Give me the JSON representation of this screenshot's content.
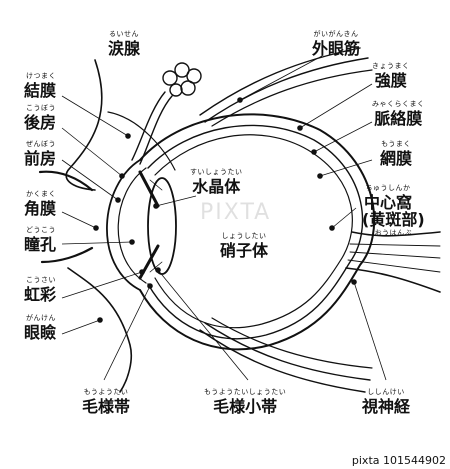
{
  "labels": {
    "lacrimal_gland": {
      "ruby": "るいせん",
      "text": "涙腺"
    },
    "conjunctiva": {
      "ruby": "けつまく",
      "text": "結膜"
    },
    "posterior_chamber": {
      "ruby": "こうぼう",
      "text": "後房"
    },
    "anterior_chamber": {
      "ruby": "ぜんぼう",
      "text": "前房"
    },
    "cornea": {
      "ruby": "かくまく",
      "text": "角膜"
    },
    "pupil": {
      "ruby": "どうこう",
      "text": "瞳孔"
    },
    "iris": {
      "ruby": "こうさい",
      "text": "虹彩"
    },
    "eyelid": {
      "ruby": "がんけん",
      "text": "眼瞼"
    },
    "extraocular_muscle": {
      "ruby": "がいがんきん",
      "text": "外眼筋"
    },
    "sclera": {
      "ruby": "きょうまく",
      "text": "強膜"
    },
    "choroid": {
      "ruby": "みゃくらくまく",
      "text": "脈絡膜"
    },
    "retina": {
      "ruby": "もうまく",
      "text": "網膜"
    },
    "fovea": {
      "ruby": "ちゅうしんか",
      "text": "中心窩"
    },
    "macula": {
      "ruby": "おうはんぶ",
      "text": "(黄斑部)"
    },
    "lens": {
      "ruby": "すいしょうたい",
      "text": "水晶体"
    },
    "vitreous": {
      "ruby": "しょうしたい",
      "text": "硝子体"
    },
    "ciliary_body": {
      "ruby": "もうようたい",
      "text": "毛様帯"
    },
    "zonule": {
      "ruby": "もうようたいしょうたい",
      "text": "毛様小帯"
    },
    "optic_nerve": {
      "ruby": "ししんけい",
      "text": "視神経"
    }
  },
  "watermark": "PIXTA",
  "footer": {
    "brand": "pixta",
    "id": "101544902"
  }
}
